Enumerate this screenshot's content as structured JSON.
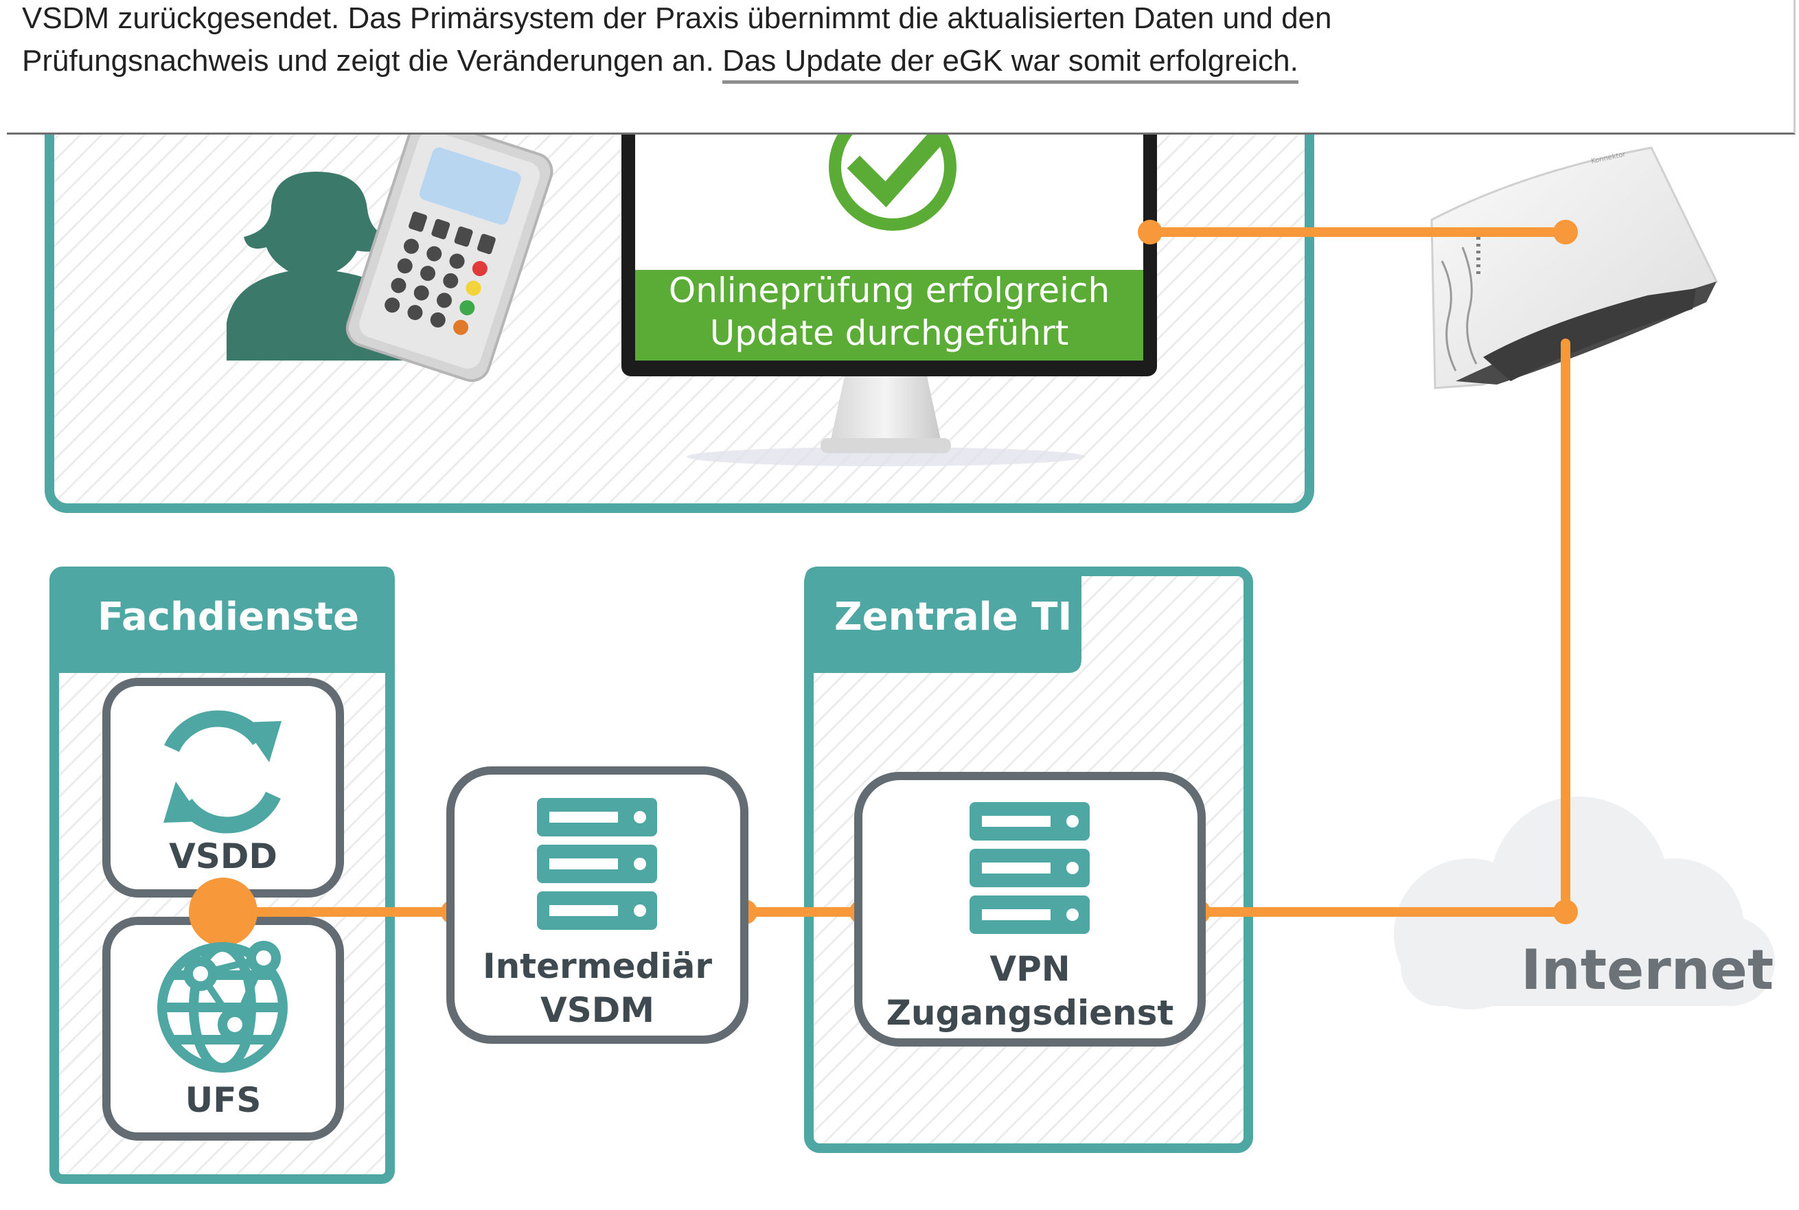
{
  "caption": {
    "line1": "VSDM zurückgesendet. Das Primärsystem der Praxis übernimmt die aktualisierten Daten und den",
    "line2_before": "Prüfungsnachweis und zeigt die Veränderungen an. ",
    "line2_highlight": "Das Update der eGK war somit erfolgreich."
  },
  "monitor": {
    "status_line1": "Onlineprüfung erfolgreich",
    "status_line2": "Update durchgeführt"
  },
  "connector": {
    "device_text": "Konnektor"
  },
  "groups": {
    "fachdienste_title": "Fachdienste",
    "zentrale_title": "Zentrale TI"
  },
  "nodes": {
    "vsdd": "VSDD",
    "ufs": "UFS",
    "intermediaer_line1": "Intermediär",
    "intermediaer_line2": "VSDM",
    "vpn_line1": "VPN",
    "vpn_line2": "Zugangsdienst",
    "internet": "Internet"
  },
  "colors": {
    "teal": "#4fa7a3",
    "teal_dark": "#3b7a6b",
    "orange": "#f7993a",
    "green_status": "#5aac36",
    "node_border": "#636c72",
    "cloud": "#eef0f2"
  },
  "icons": [
    "person-icon",
    "card-terminal-icon",
    "checkmark-icon",
    "connector-device-icon",
    "sync-icon",
    "globe-network-icon",
    "server-icon",
    "cloud-icon"
  ]
}
